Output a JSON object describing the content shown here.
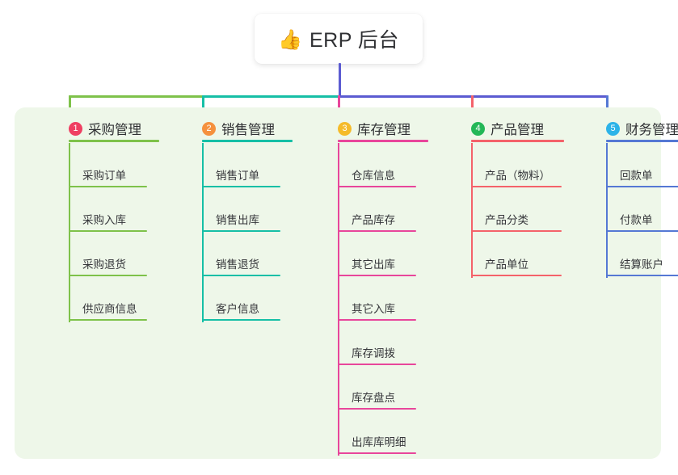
{
  "root": {
    "icon": "thumbs-up-icon",
    "emoji": "👍",
    "title": "ERP 后台"
  },
  "colors": {
    "panel_bg": "#eef7e9",
    "card_bg": "#ffffff",
    "text": "#2f3033",
    "green": "#7ec24a",
    "teal": "#16bfa6",
    "purple": "#5b5bd1",
    "pink": "#e8469b",
    "red": "#f4626a",
    "blue": "#5578d4",
    "badge1": "#ef3f62",
    "badge2": "#f5913e",
    "badge3": "#f5bb2a",
    "badge4": "#23b757",
    "badge5": "#2cb3e8"
  },
  "trunk": {
    "segments": [
      {
        "name": "trunk-green",
        "color": "#7ec24a"
      },
      {
        "name": "trunk-teal",
        "color": "#16bfa6"
      },
      {
        "name": "trunk-purple",
        "color": "#5b5bd1"
      }
    ]
  },
  "columns": [
    {
      "number": "1",
      "label": "采购管理",
      "badge_color": "#ef3f62",
      "line_color": "#7ec24a",
      "rule_width": 112,
      "items": [
        {
          "label": "采购订单"
        },
        {
          "label": "采购入库"
        },
        {
          "label": "采购退货"
        },
        {
          "label": "供应商信息"
        }
      ]
    },
    {
      "number": "2",
      "label": "销售管理",
      "badge_color": "#f5913e",
      "line_color": "#16bfa6",
      "rule_width": 112,
      "items": [
        {
          "label": "销售订单"
        },
        {
          "label": "销售出库"
        },
        {
          "label": "销售退货"
        },
        {
          "label": "客户信息"
        }
      ]
    },
    {
      "number": "3",
      "label": "库存管理",
      "badge_color": "#f5bb2a",
      "line_color": "#e8469b",
      "rule_width": 112,
      "items": [
        {
          "label": "仓库信息"
        },
        {
          "label": "产品库存"
        },
        {
          "label": "其它出库"
        },
        {
          "label": "其它入库"
        },
        {
          "label": "库存调拨"
        },
        {
          "label": "库存盘点"
        },
        {
          "label": "出库库明细"
        }
      ]
    },
    {
      "number": "4",
      "label": "产品管理",
      "badge_color": "#23b757",
      "line_color": "#f4626a",
      "rule_width": 115,
      "items": [
        {
          "label": "产品（物料）"
        },
        {
          "label": "产品分类"
        },
        {
          "label": "产品单位"
        }
      ]
    },
    {
      "number": "5",
      "label": "财务管理",
      "badge_color": "#2cb3e8",
      "line_color": "#5578d4",
      "rule_width": 112,
      "items": [
        {
          "label": "回款单"
        },
        {
          "label": "付款单"
        },
        {
          "label": "结算账户"
        }
      ]
    }
  ]
}
